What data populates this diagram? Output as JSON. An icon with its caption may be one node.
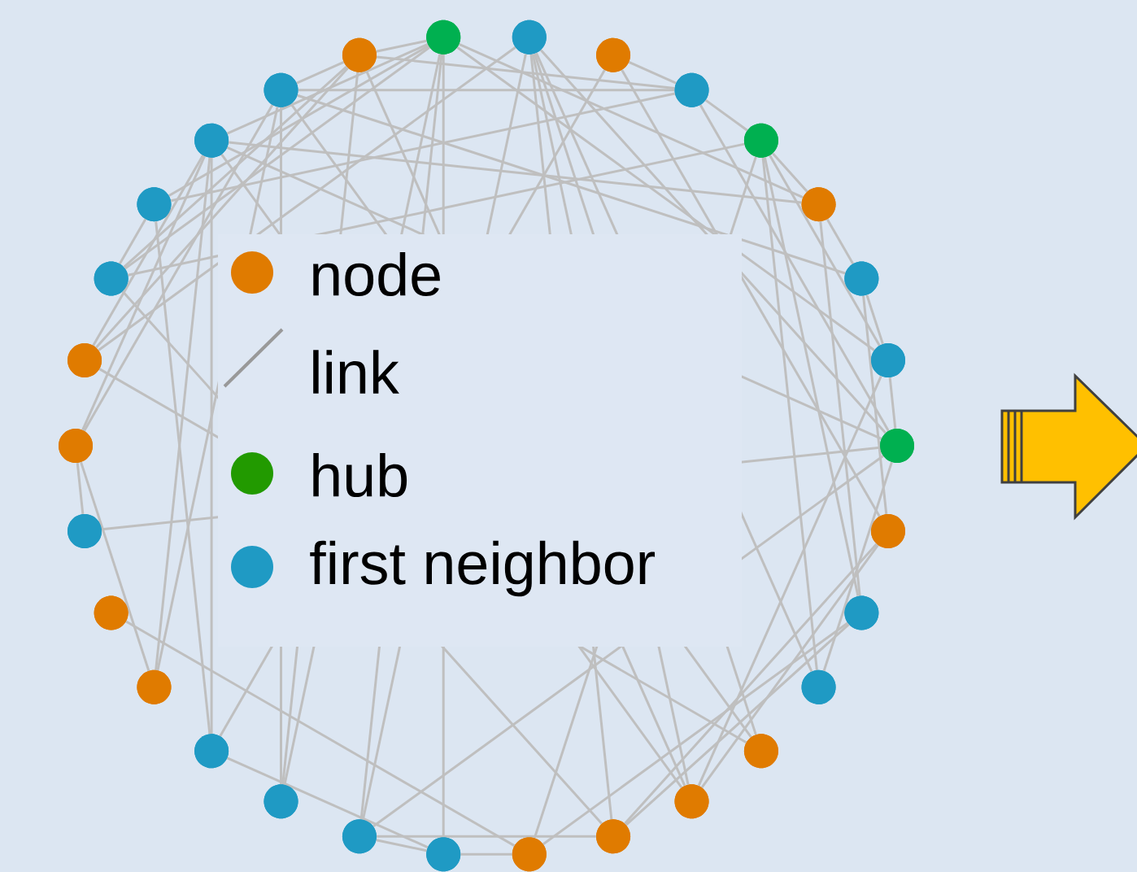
{
  "diagram": {
    "nodes": [
      {
        "text": [],
        "shape": "circle"
      },
      {
        "text": [],
        "shape": "circle"
      },
      {
        "text": [],
        "shape": "circle"
      },
      {
        "text": [],
        "shape": "circle"
      },
      {
        "text": [],
        "shape": "circle"
      },
      {
        "text": [],
        "shape": "circle"
      },
      {
        "text": [],
        "shape": "circle"
      },
      {
        "text": [],
        "shape": "circle"
      },
      {
        "text": [],
        "shape": "circle"
      },
      {
        "text": [],
        "shape": "circle"
      },
      {
        "text": [],
        "shape": "circle"
      },
      {
        "text": [],
        "shape": "circle"
      },
      {
        "text": [],
        "shape": "circle"
      },
      {
        "text": [],
        "shape": "circle"
      },
      {
        "text": [],
        "shape": "circle"
      },
      {
        "text": [],
        "shape": "circle"
      },
      {
        "text": [],
        "shape": "circle"
      },
      {
        "text": [],
        "shape": "circle"
      },
      {
        "text": [],
        "shape": "circle"
      },
      {
        "text": [],
        "shape": "circle"
      },
      {
        "text": [],
        "shape": "circle"
      },
      {
        "text": [],
        "shape": "circle"
      },
      {
        "text": [],
        "shape": "circle"
      },
      {
        "text": [],
        "shape": "circle"
      },
      {
        "text": [],
        "shape": "circle"
      },
      {
        "text": [],
        "shape": "circle"
      },
      {
        "text": [],
        "shape": "circle"
      },
      {
        "text": [],
        "shape": "circle"
      },
      {
        "text": [],
        "shape": "circle"
      },
      {
        "text": [],
        "shape": "circle"
      }
    ],
    "edges": [
      {
        "from": 29,
        "to": 28,
        "arrow": "none"
      },
      {
        "from": 28,
        "to": 3,
        "arrow": "none"
      },
      {
        "from": 0,
        "to": 29,
        "arrow": "none"
      },
      {
        "from": 0,
        "to": 27,
        "arrow": "none"
      },
      {
        "from": 0,
        "to": 26,
        "arrow": "none"
      },
      {
        "from": 29,
        "to": 3,
        "arrow": "none"
      },
      {
        "from": 0,
        "to": 16,
        "arrow": "none"
      },
      {
        "from": 0,
        "to": 17,
        "arrow": "none"
      },
      {
        "from": 0,
        "to": 18,
        "arrow": "none"
      },
      {
        "from": 0,
        "to": 5,
        "arrow": "none"
      },
      {
        "from": 0,
        "to": 7,
        "arrow": "none"
      },
      {
        "from": 1,
        "to": 24,
        "arrow": "none"
      },
      {
        "from": 1,
        "to": 8,
        "arrow": "none"
      },
      {
        "from": 1,
        "to": 11,
        "arrow": "none"
      },
      {
        "from": 1,
        "to": 13,
        "arrow": "none"
      },
      {
        "from": 1,
        "to": 14,
        "arrow": "none"
      },
      {
        "from": 2,
        "to": 3,
        "arrow": "none"
      },
      {
        "from": 2,
        "to": 9,
        "arrow": "none"
      },
      {
        "from": 2,
        "to": 19,
        "arrow": "none"
      },
      {
        "from": 3,
        "to": 4,
        "arrow": "none"
      },
      {
        "from": 3,
        "to": 8,
        "arrow": "none"
      },
      {
        "from": 4,
        "to": 5,
        "arrow": "none"
      },
      {
        "from": 4,
        "to": 7,
        "arrow": "none"
      },
      {
        "from": 4,
        "to": 10,
        "arrow": "none"
      },
      {
        "from": 4,
        "to": 25,
        "arrow": "none"
      },
      {
        "from": 27,
        "to": 5,
        "arrow": "none"
      },
      {
        "from": 4,
        "to": 15,
        "arrow": "none"
      },
      {
        "from": 4,
        "to": 11,
        "arrow": "none"
      },
      {
        "from": 5,
        "to": 6,
        "arrow": "none"
      },
      {
        "from": 5,
        "to": 10,
        "arrow": "none"
      },
      {
        "from": 6,
        "to": 7,
        "arrow": "none"
      },
      {
        "from": 6,
        "to": 9,
        "arrow": "none"
      },
      {
        "from": 6,
        "to": 28,
        "arrow": "none"
      },
      {
        "from": 7,
        "to": 8,
        "arrow": "none"
      },
      {
        "from": 7,
        "to": 13,
        "arrow": "none"
      },
      {
        "from": 8,
        "to": 22,
        "arrow": "none"
      },
      {
        "from": 8,
        "to": 27,
        "arrow": "none"
      },
      {
        "from": 8,
        "to": 17,
        "arrow": "none"
      },
      {
        "from": 9,
        "to": 14,
        "arrow": "none"
      },
      {
        "from": 9,
        "to": 13,
        "arrow": "none"
      },
      {
        "from": 10,
        "to": 14,
        "arrow": "none"
      },
      {
        "from": 10,
        "to": 15,
        "arrow": "none"
      },
      {
        "from": 12,
        "to": 1,
        "arrow": "none"
      },
      {
        "from": 13,
        "to": 29,
        "arrow": "none"
      },
      {
        "from": 14,
        "to": 25,
        "arrow": "none"
      },
      {
        "from": 15,
        "to": 16,
        "arrow": "none"
      },
      {
        "from": 15,
        "to": 21,
        "arrow": "none"
      },
      {
        "from": 16,
        "to": 17,
        "arrow": "none"
      },
      {
        "from": 19,
        "to": 16,
        "arrow": "none"
      },
      {
        "from": 17,
        "to": 1,
        "arrow": "none"
      },
      {
        "from": 18,
        "to": 28,
        "arrow": "none"
      },
      {
        "from": 18,
        "to": 29,
        "arrow": "none"
      },
      {
        "from": 19,
        "to": 27,
        "arrow": "none"
      },
      {
        "from": 19,
        "to": 26,
        "arrow": "none"
      },
      {
        "from": 20,
        "to": 27,
        "arrow": "none"
      },
      {
        "from": 20,
        "to": 28,
        "arrow": "none"
      },
      {
        "from": 23,
        "to": 20,
        "arrow": "none"
      },
      {
        "from": 23,
        "to": 22,
        "arrow": "none"
      },
      {
        "from": 23,
        "to": 27,
        "arrow": "none"
      },
      {
        "from": 23,
        "to": 28,
        "arrow": "none"
      },
      {
        "from": 24,
        "to": 29,
        "arrow": "none"
      },
      {
        "from": 24,
        "to": 27,
        "arrow": "none"
      },
      {
        "from": 24,
        "to": 12,
        "arrow": "none"
      },
      {
        "from": 25,
        "to": 0,
        "arrow": "none"
      },
      {
        "from": 25,
        "to": 26,
        "arrow": "none"
      },
      {
        "from": 25,
        "to": 29,
        "arrow": "none"
      },
      {
        "from": 26,
        "to": 3,
        "arrow": "none"
      },
      {
        "from": 27,
        "to": 13,
        "arrow": "none"
      },
      {
        "from": 28,
        "to": 12,
        "arrow": "none"
      },
      {
        "from": 11,
        "to": 8,
        "arrow": "none"
      },
      {
        "from": 14,
        "to": 17,
        "arrow": "none"
      }
    ],
    "legend": [
      {
        "text": "node",
        "color": "#e07b00"
      },
      {
        "text": "link"
      },
      {
        "text": "hub",
        "color": "#229a00"
      },
      {
        "text": "first neighbor",
        "color": "#1f9ac4"
      }
    ]
  }
}
